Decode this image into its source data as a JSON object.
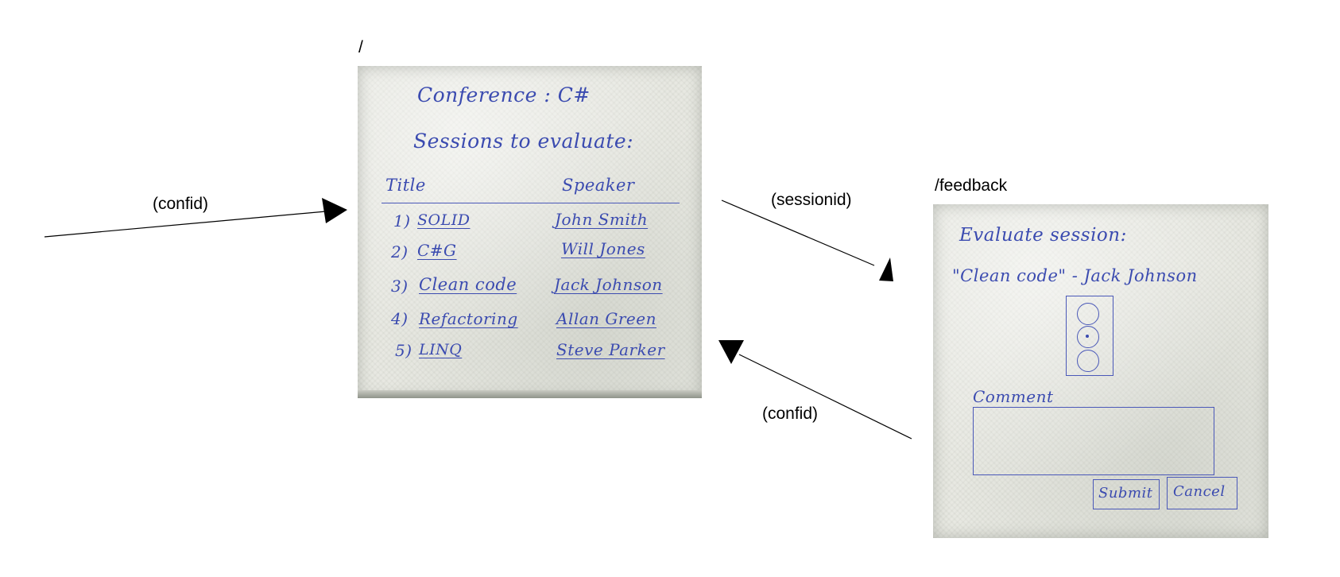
{
  "routes": {
    "conference": "/",
    "feedback": "/feedback"
  },
  "edges": {
    "incoming": "(confid)",
    "to_feedback": "(sessionid)",
    "back": "(confid)"
  },
  "conference_sketch": {
    "heading": "Conference : C#",
    "subheading": "Sessions to evaluate:",
    "col_title": "Title",
    "col_speaker": "Speaker",
    "sessions": [
      {
        "num": "1)",
        "title": "SOLID",
        "speaker": "John Smith"
      },
      {
        "num": "2)",
        "title": "C#G",
        "speaker": "Will Jones"
      },
      {
        "num": "3)",
        "title": "Clean code",
        "speaker": "Jack Johnson"
      },
      {
        "num": "4)",
        "title": "Refactoring",
        "speaker": "Allan Green"
      },
      {
        "num": "5)",
        "title": "LINQ",
        "speaker": "Steve Parker"
      }
    ]
  },
  "feedback_sketch": {
    "heading": "Evaluate session:",
    "session": "\"Clean code\" - Jack Johnson",
    "comment_label": "Comment",
    "submit_label": "Submit",
    "cancel_label": "Cancel"
  },
  "colors": {
    "ink": "#3b4bb0",
    "napkin": "#e6e7e0",
    "arrow": "#000000"
  }
}
